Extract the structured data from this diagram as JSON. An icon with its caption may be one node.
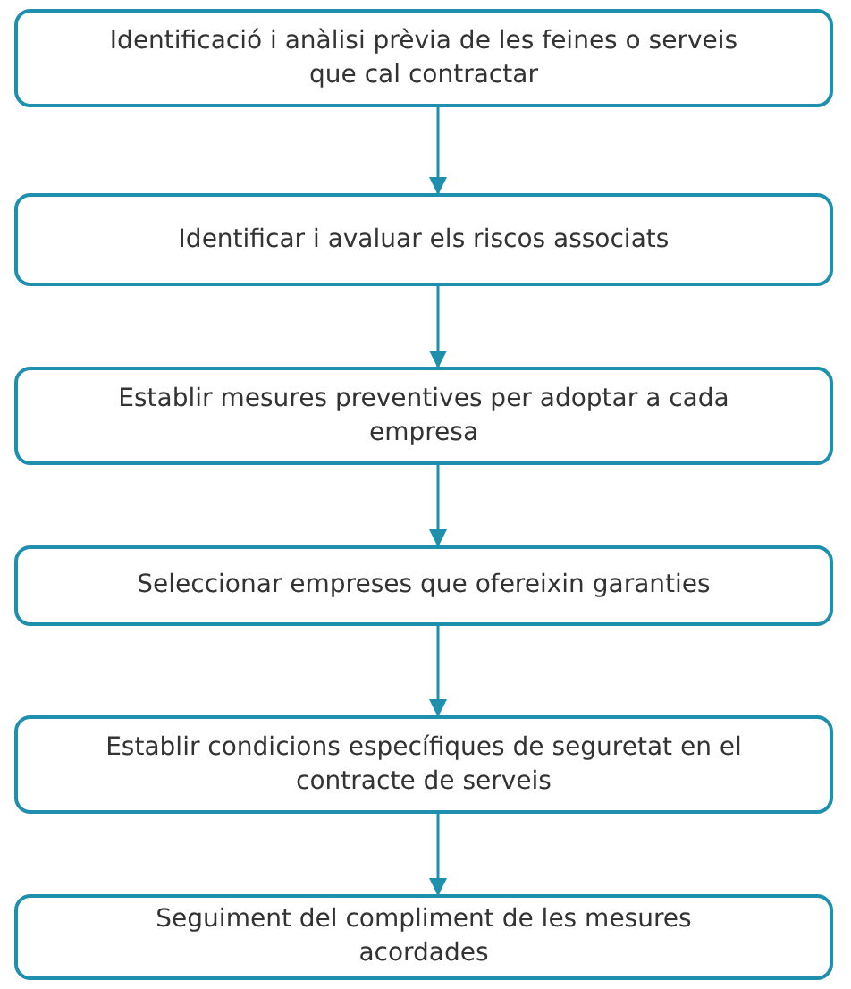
{
  "diagram": {
    "nodes": [
      {
        "text": [
          "Identificació i anàlisi prèvia de les feines o serveis que cal contractar"
        ]
      },
      {
        "text": [
          "Identificar i avaluar els riscos associats"
        ]
      },
      {
        "text": [
          "Establir mesures preventives per adoptar a cada empresa"
        ]
      },
      {
        "text": [
          "Seleccionar empreses que ofereixin garanties"
        ]
      },
      {
        "text": [
          "Establir condicions específiques de seguretat en el contracte de serveis"
        ]
      },
      {
        "text": [
          "Seguiment del compliment de les mesures acordades"
        ]
      }
    ],
    "edges": [
      {
        "from": 0,
        "to": 1,
        "arrow": "to"
      },
      {
        "from": 1,
        "to": 2,
        "arrow": "to"
      },
      {
        "from": 2,
        "to": 3,
        "arrow": "to"
      },
      {
        "from": 3,
        "to": 4,
        "arrow": "to"
      },
      {
        "from": 4,
        "to": 5,
        "arrow": "to"
      }
    ]
  }
}
